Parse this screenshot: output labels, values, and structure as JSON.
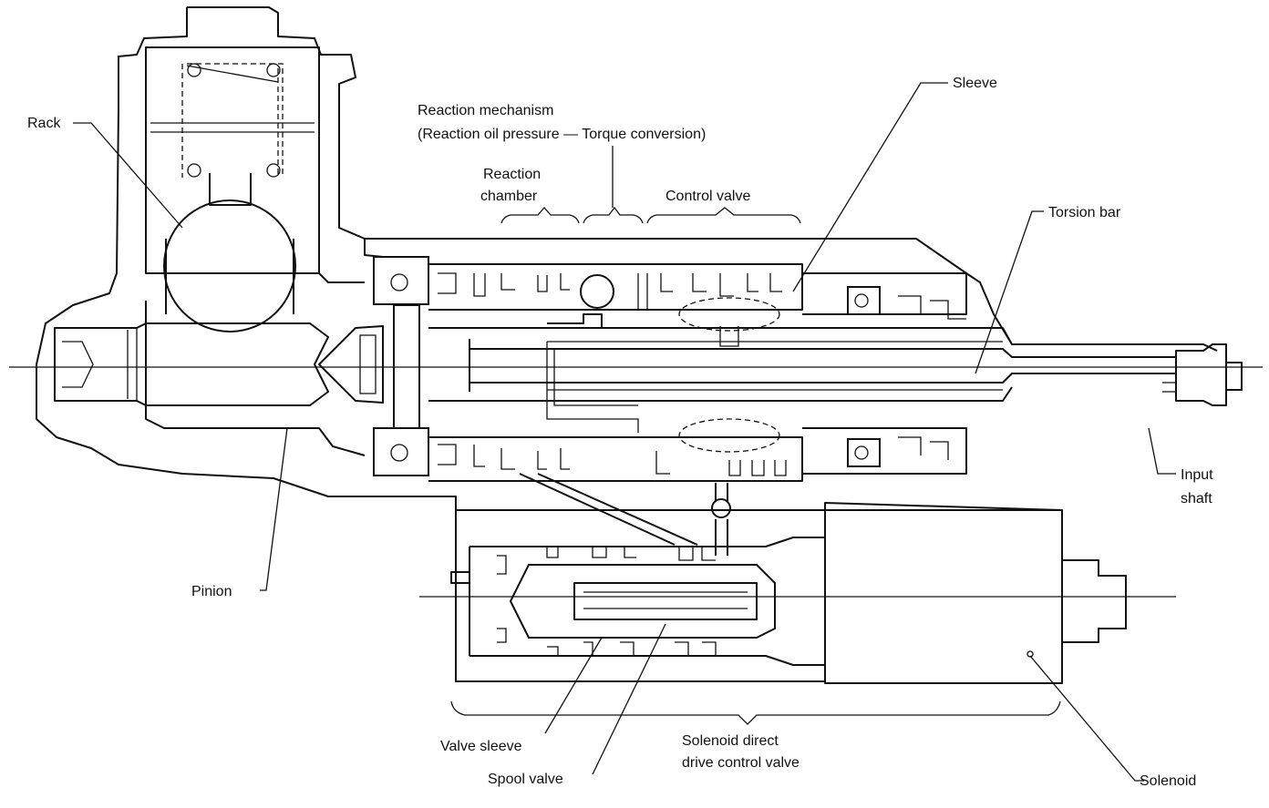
{
  "labels": {
    "rack": "Rack",
    "reaction_mechanism": "Reaction mechanism",
    "reaction_oil": "(Reaction oil pressure — Torque conversion)",
    "reaction_chamber_1": "Reaction",
    "reaction_chamber_2": "chamber",
    "control_valve": "Control valve",
    "sleeve": "Sleeve",
    "torsion_bar": "Torsion bar",
    "input_shaft_1": "Input",
    "input_shaft_2": "shaft",
    "pinion": "Pinion",
    "valve_sleeve": "Valve sleeve",
    "spool_valve": "Spool valve",
    "solenoid_direct_1": "Solenoid direct",
    "solenoid_direct_2": "drive control valve",
    "solenoid": "Solenoid"
  },
  "colors": {
    "ink": "#111111",
    "paper": "#ffffff"
  }
}
